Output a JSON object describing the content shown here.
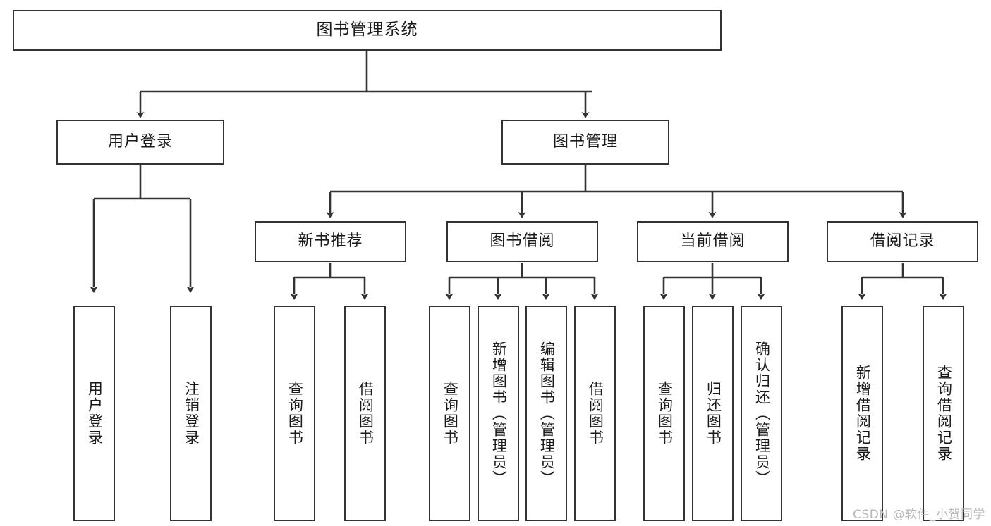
{
  "diagram": {
    "title": "图书管理系统",
    "type": "tree-hierarchy",
    "root": {
      "label": "图书管理系统"
    },
    "level1": [
      {
        "label": "用户登录"
      },
      {
        "label": "图书管理"
      }
    ],
    "level2": [
      {
        "label": "新书推荐"
      },
      {
        "label": "图书借阅"
      },
      {
        "label": "当前借阅"
      },
      {
        "label": "借阅记录"
      }
    ],
    "leaves": {
      "user_login": [
        {
          "label": "用户登录"
        },
        {
          "label": "注销登录"
        }
      ],
      "new_book_recommend": [
        {
          "label": "查询图书"
        },
        {
          "label": "借阅图书"
        }
      ],
      "book_borrow": [
        {
          "label": "查询图书"
        },
        {
          "label": "新增图书（管理员）"
        },
        {
          "label": "编辑图书（管理员）"
        },
        {
          "label": "借阅图书"
        }
      ],
      "current_borrow": [
        {
          "label": "查询图书"
        },
        {
          "label": "归还图书"
        },
        {
          "label": "确认归还（管理员）"
        }
      ],
      "borrow_record": [
        {
          "label": "新增借阅记录"
        },
        {
          "label": "查询借阅记录"
        }
      ]
    }
  },
  "watermark": {
    "text": "CSDN @软件_小贺同学"
  },
  "colors": {
    "stroke": "#333333",
    "box_fill": "#ffffff",
    "text": "#1a1a1a",
    "watermark": "#b8b8b8"
  }
}
